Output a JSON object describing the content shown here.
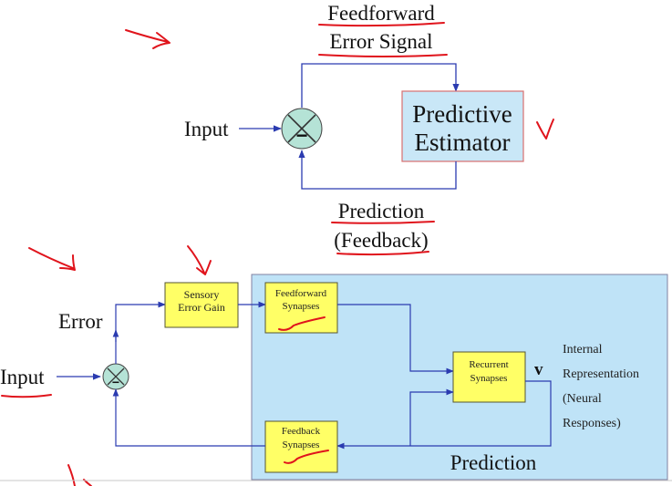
{
  "colors": {
    "flow_line": "#2b3bb0",
    "box_fill_blue": "#c9e7f7",
    "box_border_red": "#d87070",
    "box_fill_yellow": "#ffff66",
    "box_border_dark": "#555533",
    "ink_red": "#e0141c",
    "region_fill": "#bfe3f7",
    "region_border": "#8080a0",
    "comparator_fill": "#b5e3d6"
  },
  "top_diagram": {
    "feedforward_line1": "Feedforward",
    "feedforward_line2": "Error Signal",
    "input_label": "Input",
    "estimator_line1": "Predictive",
    "estimator_line2": "Estimator",
    "minus_sign": "−",
    "prediction_line1": "Prediction",
    "prediction_line2": "(Feedback)"
  },
  "bottom_diagram": {
    "error_label": "Error",
    "input_label": "Input",
    "minus_sign": "−",
    "sensory_gain_line1": "Sensory",
    "sensory_gain_line2": "Error Gain",
    "ff_synapses_line1": "Feedforward",
    "ff_synapses_line2": "Synapses",
    "recurrent_line1": "Recurrent",
    "recurrent_line2": "Synapses",
    "v_label": "v",
    "fb_synapses_line1": "Feedback",
    "fb_synapses_line2": "Synapses",
    "prediction_label": "Prediction",
    "internal_rep_line1": "Internal",
    "internal_rep_line2": "Representation",
    "internal_rep_line3": "(Neural",
    "internal_rep_line4": "Responses)"
  }
}
